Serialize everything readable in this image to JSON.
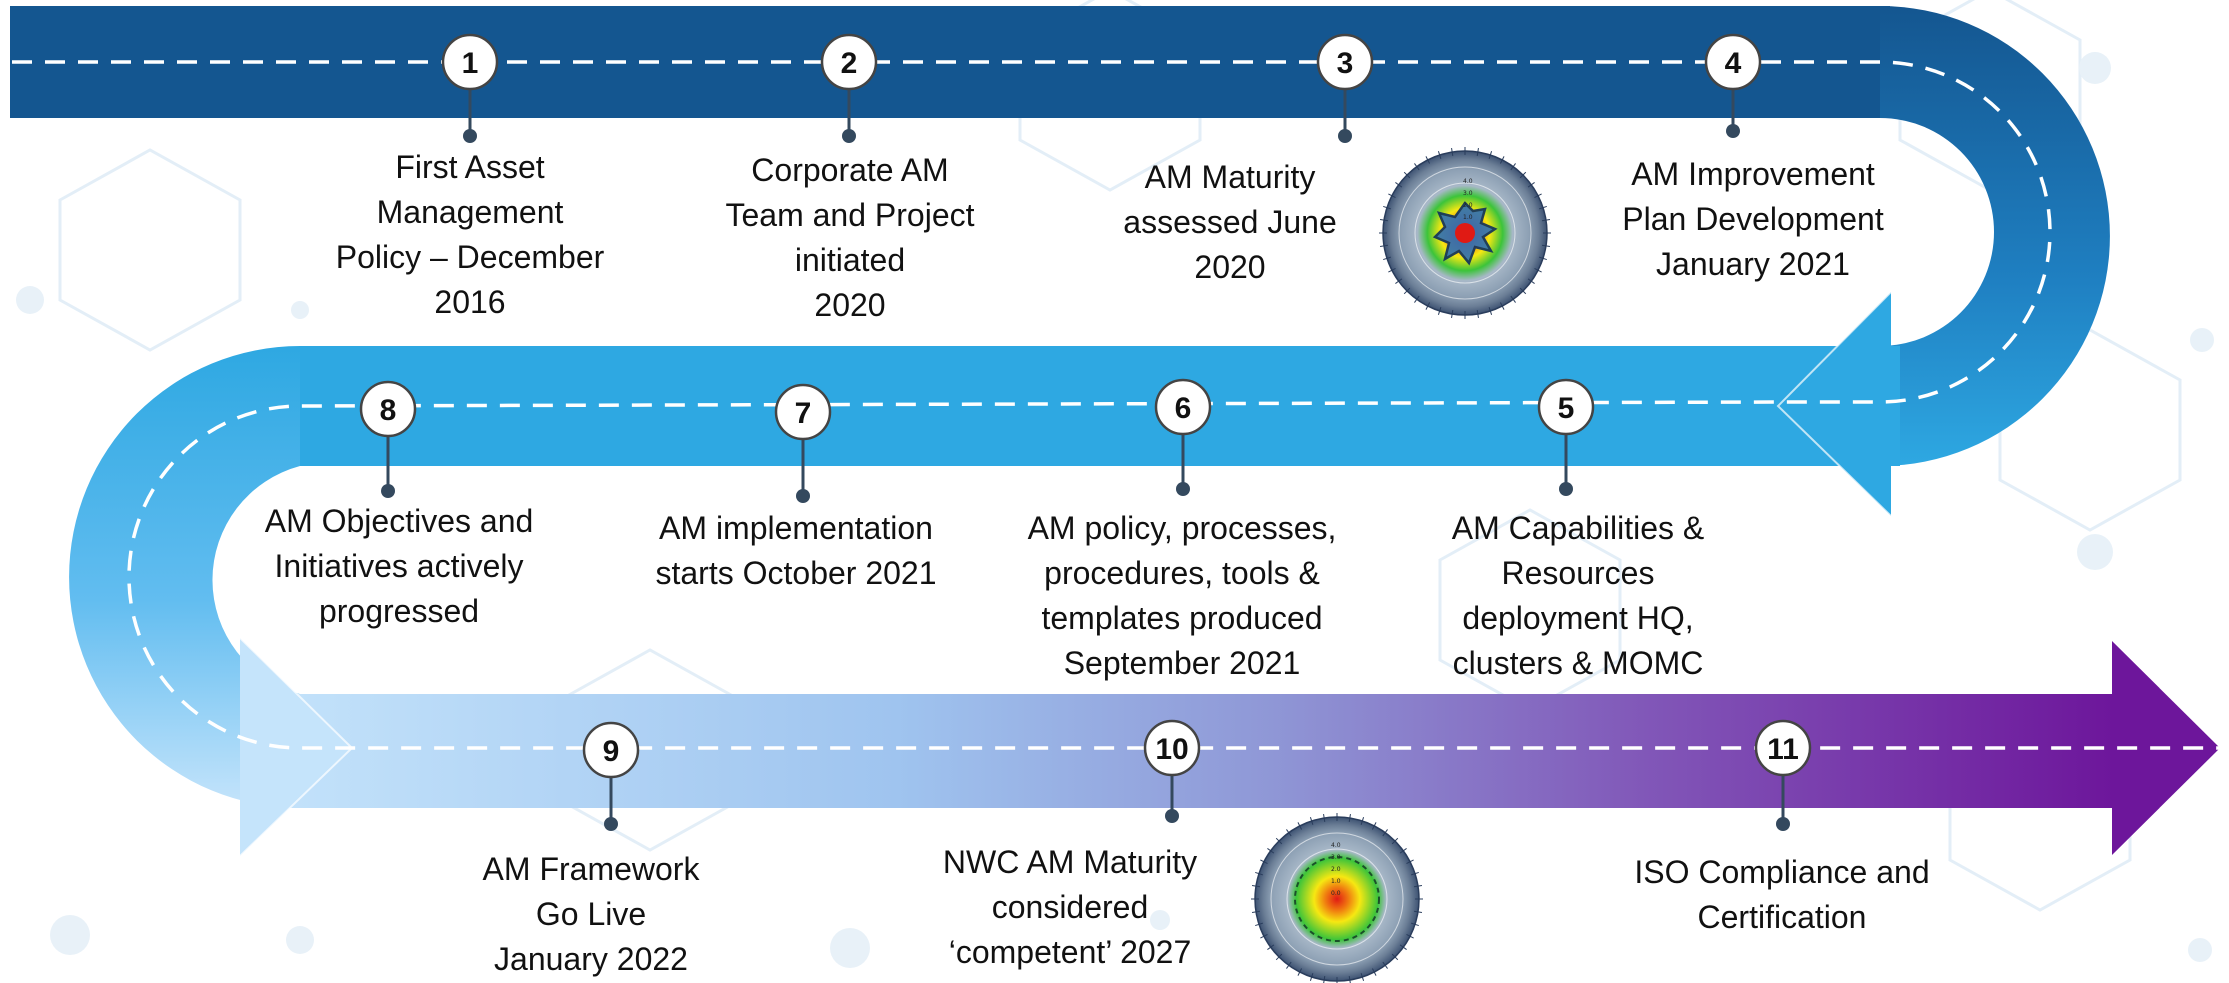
{
  "colors": {
    "row1": "#145690",
    "row2": "#2ea8e2",
    "row3_start": "#c5e4fb",
    "row3_mid": "#8f97d6",
    "row3_end": "#6d169b",
    "dash": "#ffffff",
    "node_stroke": "#444444",
    "stem": "#34495e"
  },
  "milestones": [
    {
      "num": "1",
      "label": "First Asset\nManagement\nPolicy – December\n2016"
    },
    {
      "num": "2",
      "label": "Corporate AM\nTeam and Project\ninitiated\n2020"
    },
    {
      "num": "3",
      "label": "AM Maturity\nassessed June\n2020"
    },
    {
      "num": "4",
      "label": "AM Improvement\nPlan Development\nJanuary 2021"
    },
    {
      "num": "5",
      "label": "AM Capabilities &\nResources\ndeployment HQ,\nclusters & MOMC"
    },
    {
      "num": "6",
      "label": "AM policy, processes,\nprocedures, tools &\ntemplates produced\nSeptember 2021"
    },
    {
      "num": "7",
      "label": "AM implementation\nstarts October 2021"
    },
    {
      "num": "8",
      "label": "AM Objectives and\nInitiatives actively\nprogressed"
    },
    {
      "num": "9",
      "label": "AM Framework\nGo Live\nJanuary 2022"
    },
    {
      "num": "10",
      "label": "NWC AM Maturity\nconsidered\n‘competent’ 2027"
    },
    {
      "num": "11",
      "label": "ISO Compliance and\nCertification"
    }
  ],
  "maturity_icons": [
    {
      "name": "maturity-current-icon",
      "scale_labels": [
        "4.0",
        "3.0",
        "2.0",
        "1.0"
      ]
    },
    {
      "name": "maturity-target-icon",
      "scale_labels": [
        "4.0",
        "3.0",
        "2.0",
        "1.0",
        "0.0"
      ]
    }
  ]
}
